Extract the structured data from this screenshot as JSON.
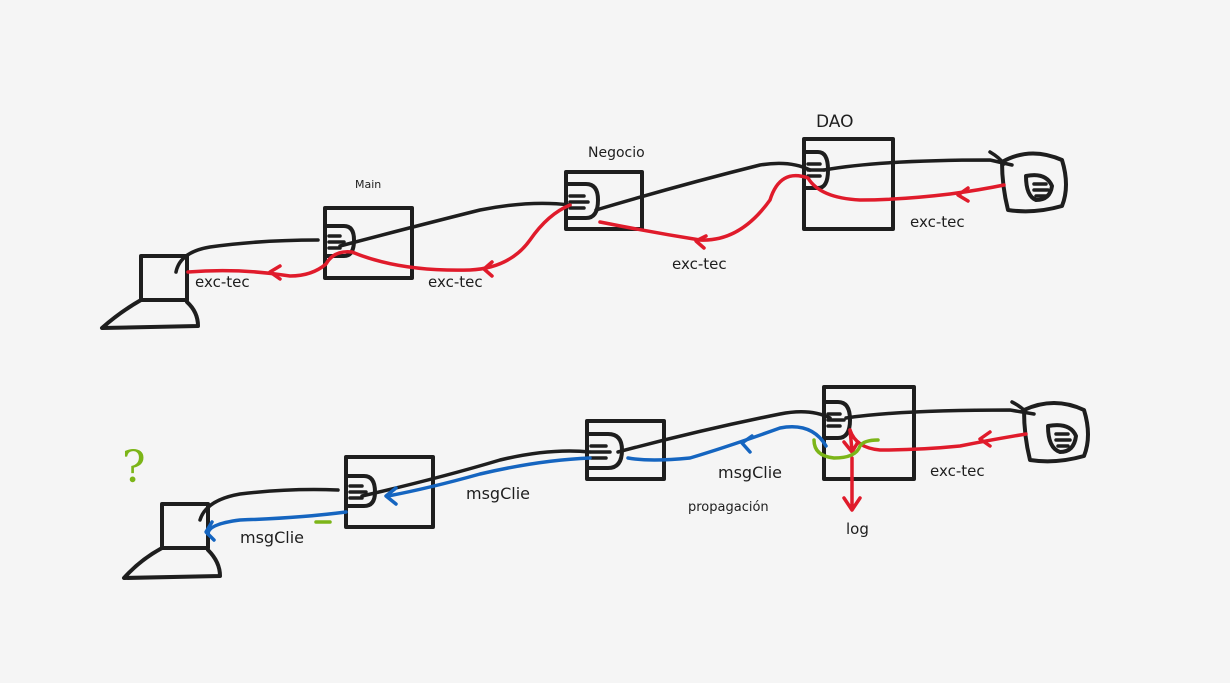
{
  "labels": {
    "main": "Main",
    "negocio": "Negocio",
    "dao": "DAO",
    "exc1": "exc-tec",
    "exc2": "exc-tec",
    "exc3": "exc-tec",
    "exc4": "exc-tec",
    "exc5": "exc-tec",
    "msg1": "msgClie",
    "msg2": "msgClie",
    "msg3": "msgClie",
    "propagacion": "propagación",
    "log": "log",
    "question": "?"
  },
  "colors": {
    "ink": "#1e1e1e",
    "exception": "#e01b2b",
    "client_message": "#1565c0",
    "handler": "#7cb518",
    "background": "#f5f5f5"
  }
}
